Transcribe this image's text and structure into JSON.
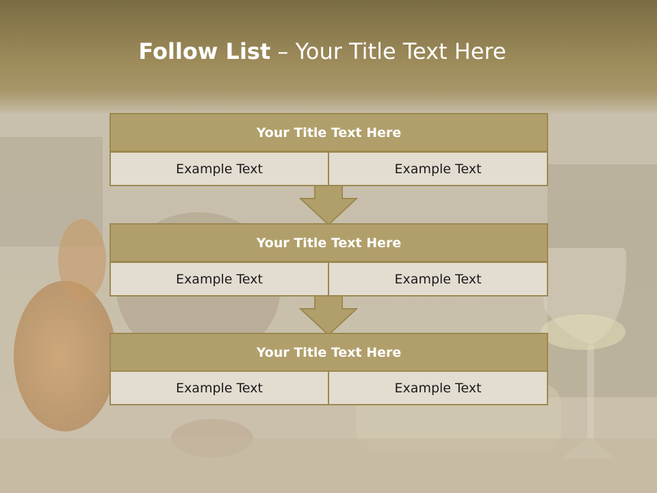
{
  "slide": {
    "title_bold": "Follow List",
    "title_rest": " – Your Title Text Here"
  },
  "stages": [
    {
      "title": "Your Title Text Here",
      "left": "Example Text",
      "right": "Example Text"
    },
    {
      "title": "Your Title Text Here",
      "left": "Example Text",
      "right": "Example Text"
    },
    {
      "title": "Your Title Text Here",
      "left": "Example Text",
      "right": "Example Text"
    }
  ],
  "colors": {
    "header_fill": "#b19f6b",
    "border": "#9b8850",
    "cell_fill": "#e3dcd0",
    "banner": "#8a7a4e"
  }
}
